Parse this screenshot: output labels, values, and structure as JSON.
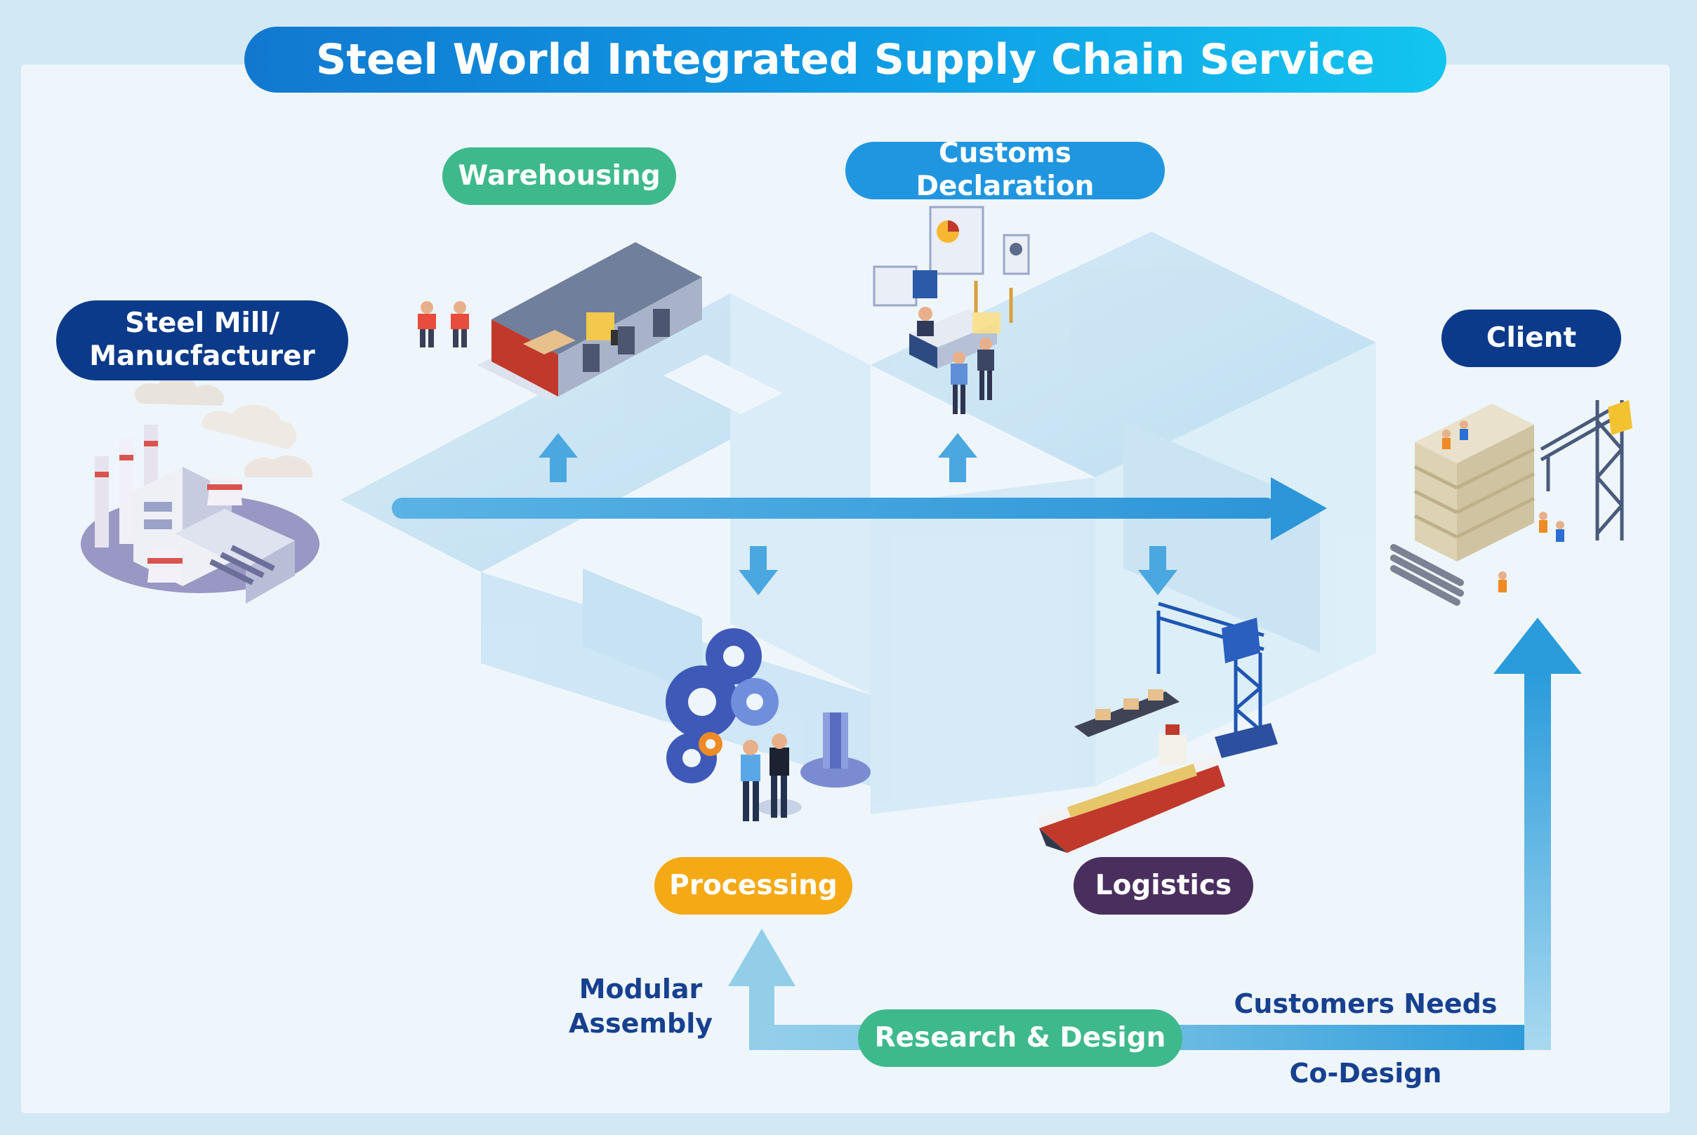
{
  "title": "Steel World Integrated Supply Chain Service",
  "nodes": {
    "steel_mill": {
      "line1": "Steel Mill/",
      "line2": "Manucfacturer",
      "color": "#0b3a8a"
    },
    "warehousing": {
      "label": "Warehousing",
      "color": "#3eb98c"
    },
    "customs": {
      "label": "Customs Declaration",
      "color": "#2196e0"
    },
    "client": {
      "label": "Client",
      "color": "#0b3a8a"
    },
    "processing": {
      "label": "Processing",
      "color": "#f5a915"
    },
    "logistics": {
      "label": "Logistics",
      "color": "#4a2f5e"
    },
    "research": {
      "label": "Research & Design",
      "color": "#3eb98c"
    }
  },
  "annotations": {
    "modular_line1": "Modular",
    "modular_line2": "Assembly",
    "customers_needs": "Customers Needs",
    "co_design": "Co-Design"
  },
  "colors": {
    "main_arrow": "#3aa1de",
    "loop_arrow_right": "#2b9ada",
    "loop_arrow_left": "#8ccbe8",
    "floor": "#c6e2f3",
    "text_dark": "#17408f"
  },
  "icons": [
    "factory-icon",
    "warehouse-icon",
    "customs-office-icon",
    "gears-icon",
    "cargo-ship-crane-icon",
    "construction-site-icon"
  ]
}
